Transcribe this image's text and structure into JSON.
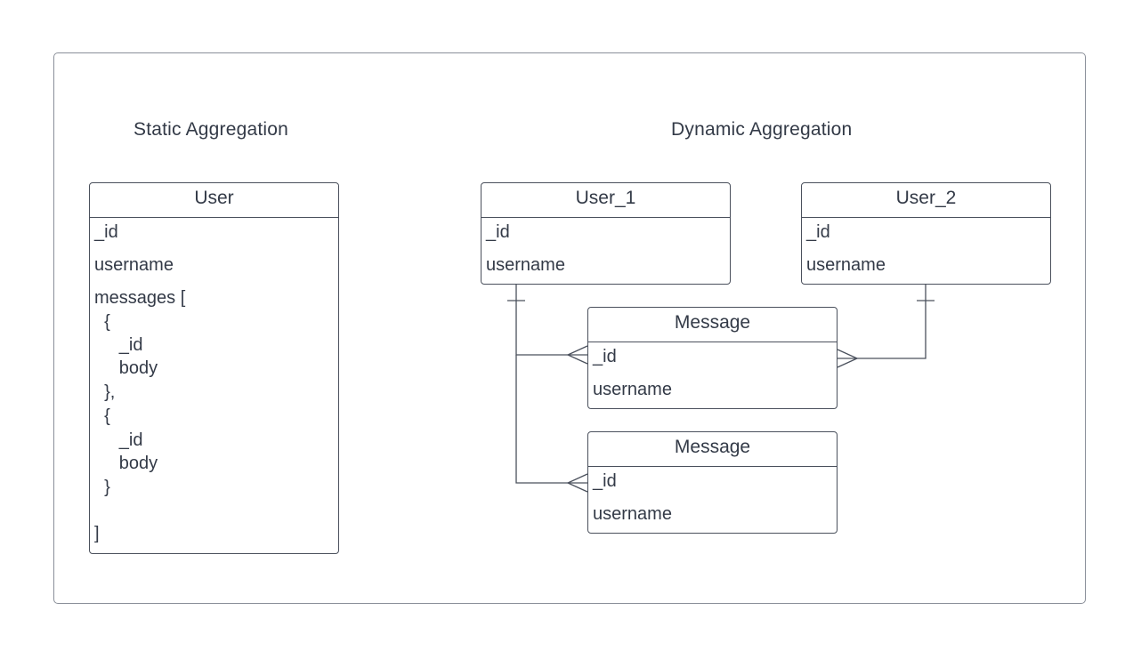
{
  "diagram": {
    "static_title": "Static Aggregation",
    "dynamic_title": "Dynamic Aggregation",
    "static_entity": {
      "title": "User",
      "lines": [
        "_id",
        "username",
        "messages [",
        "  {",
        "     _id",
        "     body",
        "  },",
        "  {",
        "     _id",
        "     body",
        "  }",
        "]"
      ]
    },
    "user_1": {
      "title": "User_1",
      "fields": [
        "_id",
        "username"
      ]
    },
    "user_2": {
      "title": "User_2",
      "fields": [
        "_id",
        "username"
      ]
    },
    "message_1": {
      "title": "Message",
      "fields": [
        "_id",
        "username"
      ]
    },
    "message_2": {
      "title": "Message",
      "fields": [
        "_id",
        "username"
      ]
    },
    "relationships": [
      {
        "from": "User_1",
        "to": "Message",
        "from_cardinality": "one",
        "to_cardinality": "many"
      },
      {
        "from": "User_1",
        "to": "Message",
        "from_cardinality": "one",
        "to_cardinality": "many"
      },
      {
        "from": "User_2",
        "to": "Message",
        "from_cardinality": "one",
        "to_cardinality": "many"
      }
    ],
    "colors": {
      "stroke": "#4a505c",
      "text": "#333a47",
      "frame": "#8a8f99"
    }
  }
}
